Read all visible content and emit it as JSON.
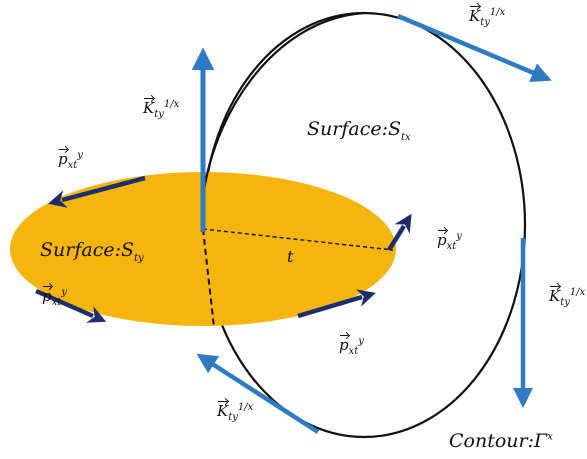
{
  "colors": {
    "surface_fill": "#F5B50E",
    "vertical_arrow": "#2E7BC4",
    "dark_arrow": "#1A2F6B",
    "contour": "#111111"
  },
  "labels": {
    "surface_tx": {
      "prefix": "Surface:",
      "sym": "S",
      "sub": "tx"
    },
    "surface_ty": {
      "prefix": "Surface:",
      "sym": "S",
      "sub": "ty"
    },
    "contour": {
      "prefix": "Contour:",
      "sym": "Γ",
      "sup": "x"
    },
    "t": "t",
    "K": {
      "base": "K",
      "sub": "ty",
      "sup": "1/x"
    },
    "p": {
      "base": "p",
      "sub": "xt",
      "sup": "y"
    }
  }
}
